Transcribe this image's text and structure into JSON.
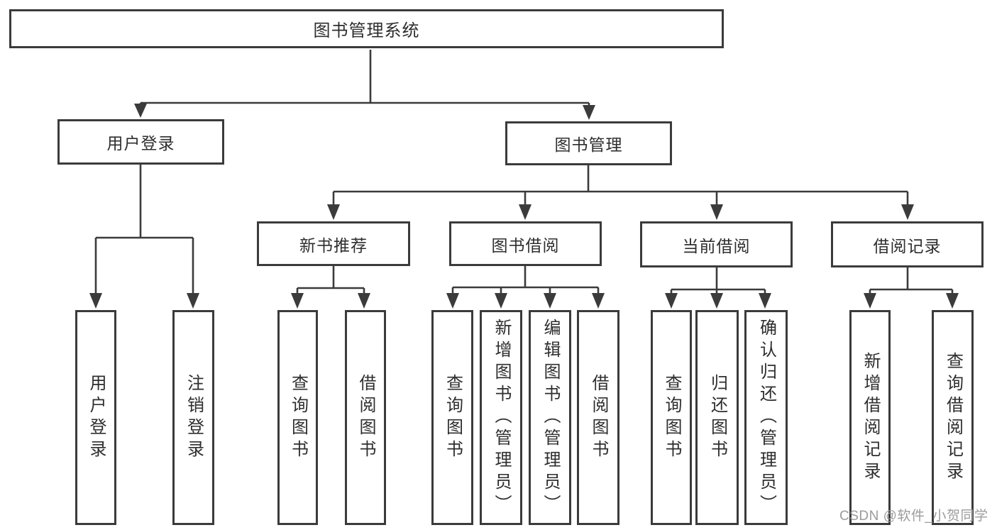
{
  "diagram_title": "图书管理系统",
  "nodes": [
    {
      "id": "root",
      "label": "图书管理系统",
      "level": 0
    },
    {
      "id": "user-login",
      "label": "用户登录",
      "level": 1
    },
    {
      "id": "book-management",
      "label": "图书管理",
      "level": 1
    },
    {
      "id": "new-book-recommend",
      "label": "新书推荐",
      "level": 2
    },
    {
      "id": "book-borrowing",
      "label": "图书借阅",
      "level": 2
    },
    {
      "id": "current-borrowing",
      "label": "当前借阅",
      "level": 2
    },
    {
      "id": "borrowing-records",
      "label": "借阅记录",
      "level": 2
    },
    {
      "id": "leaf-user-login",
      "label": "用户登录",
      "level": 3,
      "parent": "用户登录"
    },
    {
      "id": "leaf-logout",
      "label": "注销登录",
      "level": 3,
      "parent": "用户登录"
    },
    {
      "id": "leaf-query-books-1",
      "label": "查询图书",
      "level": 3,
      "parent": "新书推荐"
    },
    {
      "id": "leaf-borrow-books-1",
      "label": "借阅图书",
      "level": 3,
      "parent": "新书推荐"
    },
    {
      "id": "leaf-query-books-2",
      "label": "查询图书",
      "level": 3,
      "parent": "图书借阅"
    },
    {
      "id": "leaf-add-books-admin",
      "label": "新增图书（管理员）",
      "level": 3,
      "parent": "图书借阅"
    },
    {
      "id": "leaf-edit-books-admin",
      "label": "编辑图书（管理员）",
      "level": 3,
      "parent": "图书借阅"
    },
    {
      "id": "leaf-borrow-books-2",
      "label": "借阅图书",
      "level": 3,
      "parent": "图书借阅"
    },
    {
      "id": "leaf-query-books-3",
      "label": "查询图书",
      "level": 3,
      "parent": "当前借阅"
    },
    {
      "id": "leaf-return-books",
      "label": "归还图书",
      "level": 3,
      "parent": "当前借阅"
    },
    {
      "id": "leaf-confirm-return-admin",
      "label": "确认归还（管理员）",
      "level": 3,
      "parent": "当前借阅"
    },
    {
      "id": "leaf-add-borrow-record",
      "label": "新增借阅记录",
      "level": 3,
      "parent": "借阅记录"
    },
    {
      "id": "leaf-query-borrow-record",
      "label": "查询借阅记录",
      "level": 3,
      "parent": "借阅记录"
    }
  ],
  "watermark": "CSDN @软件_小贺同学",
  "colors": {
    "line": "#3b3b3b",
    "box_border": "#3b3b3b",
    "text": "#2e2e2e",
    "watermark": "#9c9c9c",
    "background": "#ffffff"
  }
}
